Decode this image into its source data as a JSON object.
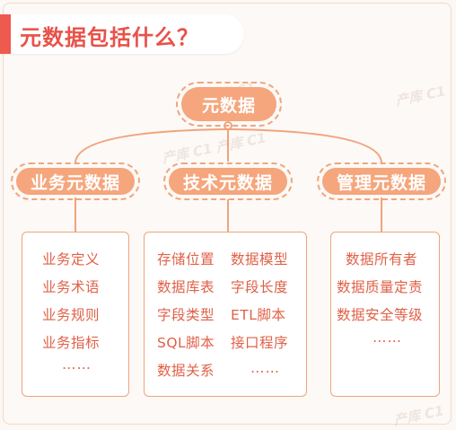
{
  "title": "元数据包括什么？",
  "root": "元数据",
  "categories": [
    {
      "label": "业务元数据",
      "items": [
        "业务定义",
        "业务术语",
        "业务规则",
        "业务指标",
        "……"
      ]
    },
    {
      "label": "技术元数据",
      "items": [
        "存储位置",
        "数据模型",
        "数据库表",
        "字段长度",
        "字段类型",
        "ETL脚本",
        "SQL脚本",
        "接口程序",
        "数据关系",
        "……"
      ]
    },
    {
      "label": "管理元数据",
      "items": [
        "数据所有者",
        "数据质量定责",
        "数据安全等级",
        "……"
      ]
    }
  ],
  "colors": {
    "accent": "#e8524a",
    "pill": "#f5a67d",
    "line": "#f1a37c",
    "text": "#e06148"
  },
  "watermark": "产库 C1"
}
